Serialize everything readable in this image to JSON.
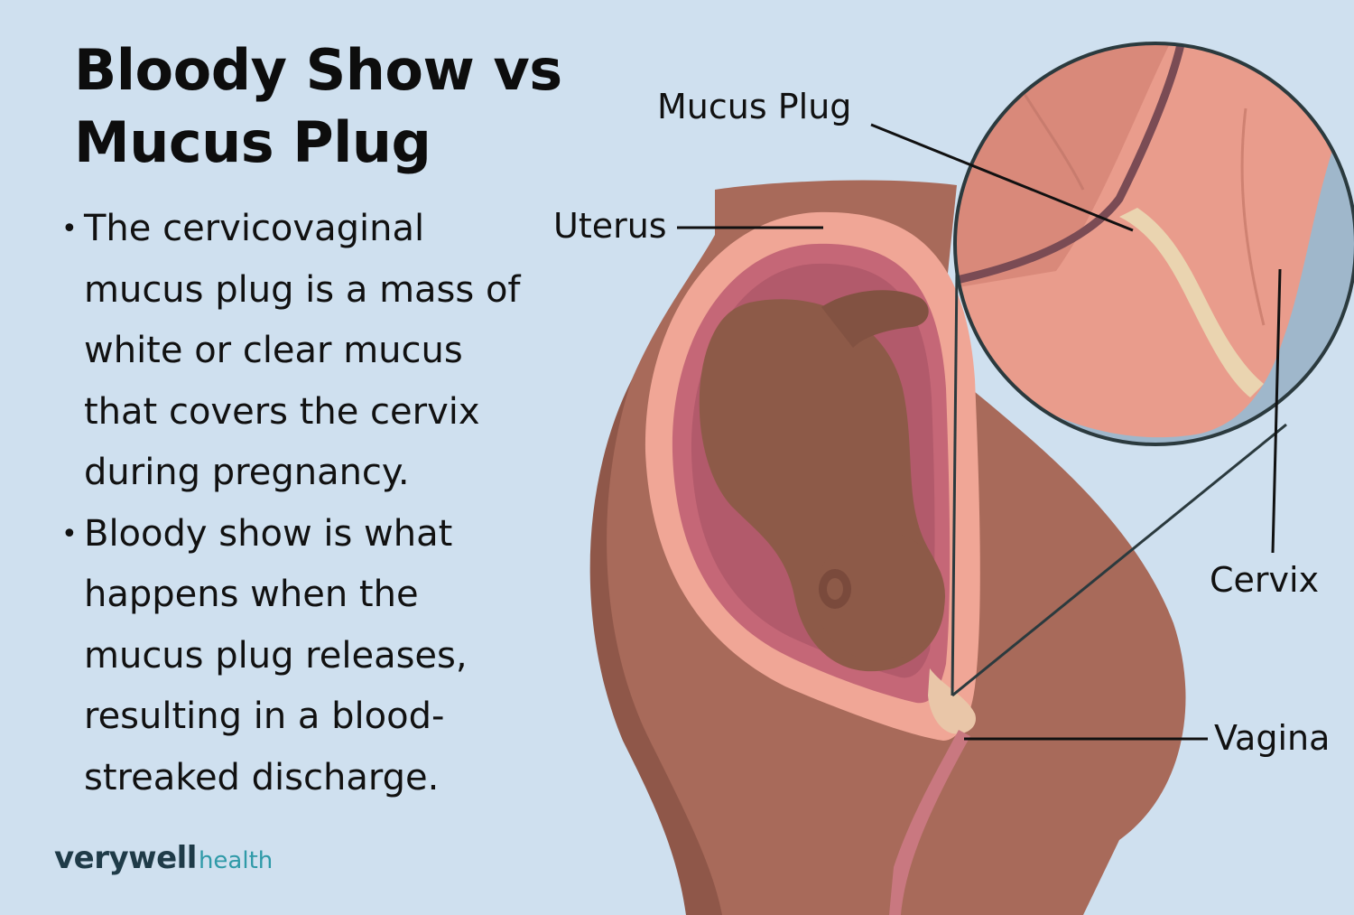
{
  "title": {
    "line1": "Bloody Show vs",
    "line2": "Mucus Plug"
  },
  "bullets": [
    {
      "lines": [
        "The cervicovaginal",
        "mucus plug is a mass of",
        "white or clear mucus",
        "that covers the cervix",
        "during pregnancy."
      ]
    },
    {
      "lines": [
        "Bloody show is what",
        "happens when the",
        "mucus plug releases,",
        "resulting in a blood-",
        "streaked discharge."
      ]
    }
  ],
  "labels": {
    "mucus_plug": "Mucus Plug",
    "uterus": "Uterus",
    "cervix": "Cervix",
    "vagina": "Vagina"
  },
  "logo": {
    "brand": "verywell",
    "sub": "health"
  },
  "colors": {
    "background": "#cfe0ef",
    "skin": "#a86a5a",
    "uterus_wall": "#f0a696",
    "fetus": "#8d5a48",
    "logo_brand": "#1f3b48",
    "logo_sub": "#2f9aa8"
  }
}
